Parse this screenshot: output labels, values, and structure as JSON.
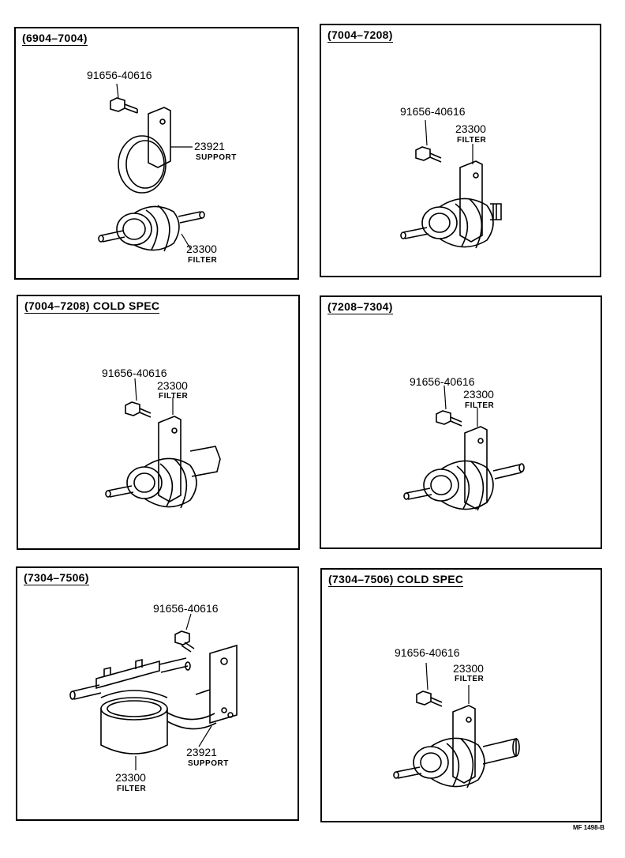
{
  "footer_code": "MF 1498-B",
  "panels": [
    {
      "title": "(6904–7004)",
      "labels": [
        {
          "text": "91656-40616"
        },
        {
          "text": "23921",
          "sub": "SUPPORT"
        },
        {
          "text": "23300",
          "sub": "FILTER"
        }
      ]
    },
    {
      "title": "(7004–7208)",
      "labels": [
        {
          "text": "91656-40616"
        },
        {
          "text": "23300",
          "sub": "FILTER"
        }
      ]
    },
    {
      "title": "(7004–7208) COLD SPEC",
      "labels": [
        {
          "text": "91656-40616"
        },
        {
          "text": "23300",
          "sub": "FILTER"
        }
      ]
    },
    {
      "title": "(7208–7304)",
      "labels": [
        {
          "text": "91656-40616"
        },
        {
          "text": "23300",
          "sub": "FILTER"
        }
      ]
    },
    {
      "title": "(7304–7506)",
      "labels": [
        {
          "text": "91656-40616"
        },
        {
          "text": "23921",
          "sub": "SUPPORT"
        },
        {
          "text": "23300",
          "sub": "FILTER"
        }
      ]
    },
    {
      "title": "(7304–7506) COLD SPEC",
      "labels": [
        {
          "text": "91656-40616"
        },
        {
          "text": "23300",
          "sub": "FILTER"
        }
      ]
    }
  ]
}
